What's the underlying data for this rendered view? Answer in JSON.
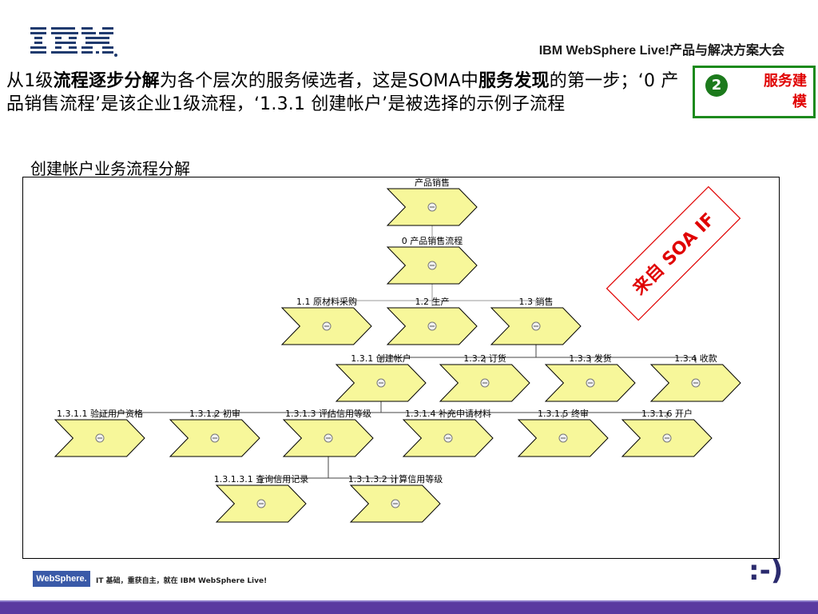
{
  "header": {
    "logo_text": "IBM",
    "event_title": "IBM WebSphere Live!产品与解决方案大会"
  },
  "intro": {
    "p1": "从1级",
    "b1": "流程逐步分解",
    "p2": "为各个层次的服务候选者，这是SOMA中",
    "b2": "服务发现",
    "p3": "的第一步；‘0 产品销售流程’是该企业1级流程，‘1.3.1 创建帐户’是被选择的示例子流程"
  },
  "badge": {
    "number": "2",
    "label": "服务建模"
  },
  "subtitle": "创建帐户业务流程分解",
  "stamp": "来自 SOA IF",
  "diagram": {
    "nodes": [
      {
        "id": "root",
        "label": "产品销售"
      },
      {
        "id": "n0",
        "label": "0 产品销售流程"
      },
      {
        "id": "n11",
        "label": "1.1 原材料采购"
      },
      {
        "id": "n12",
        "label": "1.2 生产"
      },
      {
        "id": "n13",
        "label": "1.3 销售"
      },
      {
        "id": "n131",
        "label": "1.3.1 创建帐户"
      },
      {
        "id": "n132",
        "label": "1.3.2 订货"
      },
      {
        "id": "n133",
        "label": "1.3.3 发货"
      },
      {
        "id": "n134",
        "label": "1.3.4 收款"
      },
      {
        "id": "n1311",
        "label": "1.3.1.1 验证用户资格"
      },
      {
        "id": "n1312",
        "label": "1.3.1.2 初审"
      },
      {
        "id": "n1313",
        "label": "1.3.1.3 评估信用等级"
      },
      {
        "id": "n1314",
        "label": "1.3.1.4 补充申请材料"
      },
      {
        "id": "n1315",
        "label": "1.3.1.5 终审"
      },
      {
        "id": "n1316",
        "label": "1.3.1.6 开户"
      },
      {
        "id": "n13131",
        "label": "1.3.1.3.1 查询信用记录"
      },
      {
        "id": "n13132",
        "label": "1.3.1.3.2 计算信用等级"
      }
    ],
    "edges": [
      [
        "n0",
        "n11"
      ],
      [
        "n0",
        "n12"
      ],
      [
        "n0",
        "n13"
      ],
      [
        "n13",
        "n131"
      ],
      [
        "n13",
        "n132"
      ],
      [
        "n13",
        "n133"
      ],
      [
        "n13",
        "n134"
      ],
      [
        "n131",
        "n1311"
      ],
      [
        "n131",
        "n1312"
      ],
      [
        "n131",
        "n1313"
      ],
      [
        "n131",
        "n1314"
      ],
      [
        "n131",
        "n1315"
      ],
      [
        "n131",
        "n1316"
      ],
      [
        "n1313",
        "n13131"
      ],
      [
        "n1313",
        "n13132"
      ]
    ]
  },
  "footer": {
    "brand": "WebSphere.",
    "tagline": "IT 基础，重获自主，就在 IBM WebSphere Live!",
    "smiley": ":-)"
  }
}
